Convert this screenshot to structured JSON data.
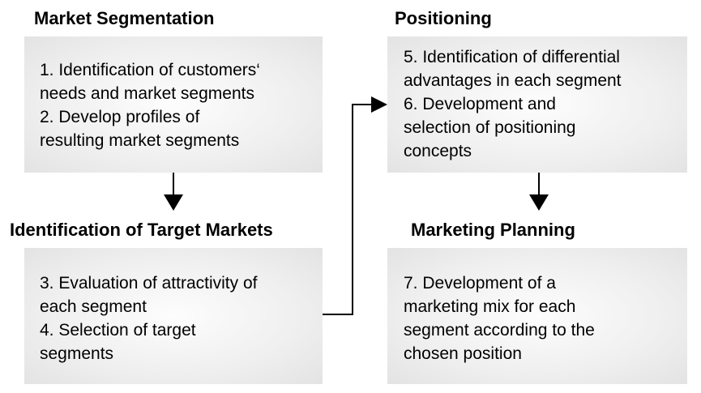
{
  "sections": {
    "market_segmentation": {
      "title": "Market Segmentation",
      "lines": [
        "1. Identification of customers‘",
        "needs and market segments",
        "2. Develop profiles of",
        "resulting market segments"
      ]
    },
    "target_markets": {
      "title": "Identification of Target Markets",
      "lines": [
        "3. Evaluation of attractivity of",
        "each segment",
        "4. Selection of target",
        "segments"
      ]
    },
    "positioning": {
      "title": "Positioning",
      "lines": [
        "5. Identification of differential",
        "advantages in each segment",
        "6. Development and",
        "selection of positioning",
        "concepts"
      ]
    },
    "marketing_planning": {
      "title": "Marketing Planning",
      "lines": [
        "7. Development of a",
        "marketing mix for each",
        "segment according to the",
        "chosen position"
      ]
    }
  },
  "colors": {
    "box_fill_center": "#fdfdfd",
    "box_fill_edge": "#e3e3e3",
    "text": "#000000",
    "arrow": "#000000"
  }
}
